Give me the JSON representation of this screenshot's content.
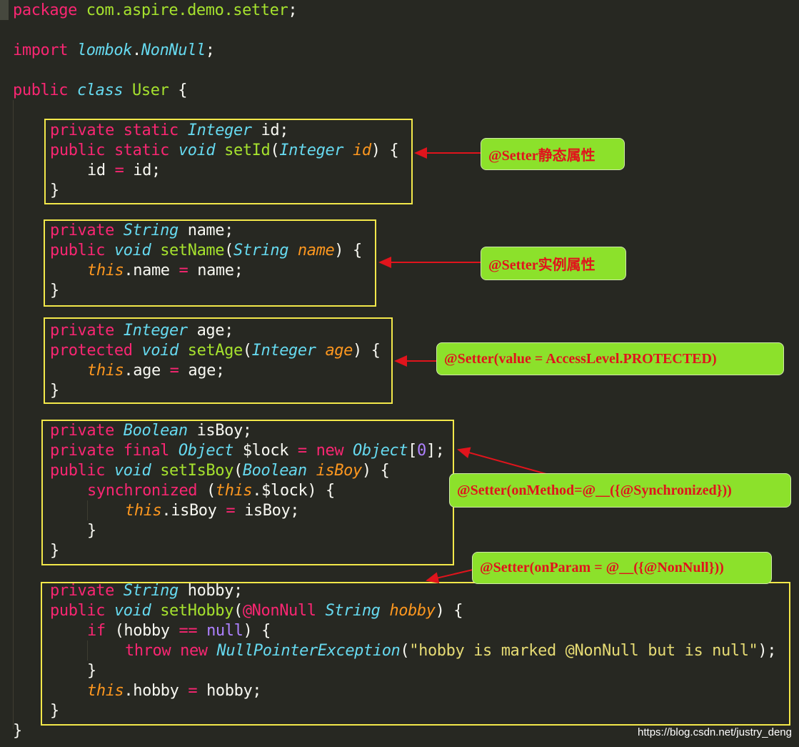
{
  "code": {
    "package_kw": "package",
    "package_name": "com.aspire.demo.setter",
    "import_kw": "import",
    "import_pkg": "lombok",
    "import_cls": "NonNull",
    "public": "public",
    "private": "private",
    "protected": "protected",
    "static": "static",
    "final": "final",
    "class_kw": "class",
    "class_name": "User",
    "void": "void",
    "this": "this",
    "new": "new",
    "if": "if",
    "null": "null",
    "throw": "throw",
    "synchronized": "synchronized",
    "t_integer": "Integer",
    "t_string": "String",
    "t_boolean": "Boolean",
    "t_object": "Object",
    "t_npe": "NullPointerException",
    "f_id": "id",
    "f_name": "name",
    "f_age": "age",
    "f_isboy": "isBoy",
    "f_lock": "$lock",
    "f_hobby": "hobby",
    "m_setid": "setId",
    "m_setname": "setName",
    "m_setage": "setAge",
    "m_setisboy": "setIsBoy",
    "m_sethobby": "setHobby",
    "ann_nonnull": "@NonNull",
    "zero": "0",
    "npe_message": "\"hobby is marked @NonNull but is null\""
  },
  "callouts": {
    "static_setter": "@Setter静态属性",
    "instance_setter": "@Setter实例属性",
    "protected_setter": "@Setter(value = AccessLevel.PROTECTED)",
    "on_method": "@Setter(onMethod=@__({@Synchronized}))",
    "on_param": "@Setter(onParam = @__({@NonNull}))"
  },
  "watermark": "https://blog.csdn.net/justry_deng",
  "colors": {
    "background": "#272822",
    "keyword": "#f92672",
    "type": "#66d9ef",
    "function": "#a6e22e",
    "parameter": "#fd971f",
    "string": "#e6db74",
    "number": "#ae81ff",
    "box_border": "#f3e84a",
    "callout_bg": "#8ce12b",
    "callout_text": "#e0141c",
    "arrow": "#e0141c"
  }
}
